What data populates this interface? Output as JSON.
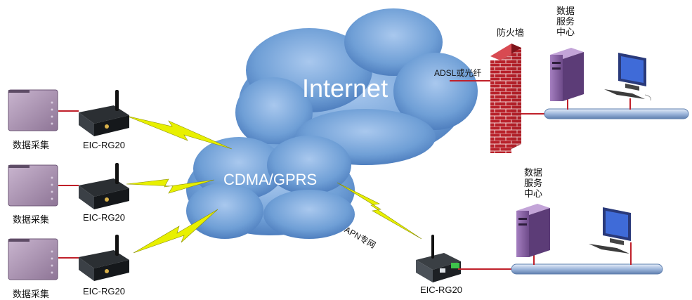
{
  "clouds": {
    "internet": "Internet",
    "cdma": "CDMA/GPRS"
  },
  "devices": {
    "collector_label": "数据采集",
    "router_label": "EIC-RG20",
    "firewall_label": "防火墙",
    "adsl_label": "ADSL或光纤",
    "apn_label": "APN专网",
    "server_label_lines": [
      "数据",
      "服务",
      "中心"
    ]
  },
  "colors": {
    "link_red": "#c0202a",
    "cloud_blue": "#6f9fd6",
    "bolt_yellow": "#e8f000",
    "firewall_red": "#b8212a",
    "server_purple": "#8b5fa6",
    "bus_blue": "#b7cbe8"
  },
  "icons": [
    "cloud-icon",
    "lightning-icon",
    "router-icon",
    "collector-icon",
    "server-icon",
    "computer-icon",
    "firewall-icon"
  ]
}
